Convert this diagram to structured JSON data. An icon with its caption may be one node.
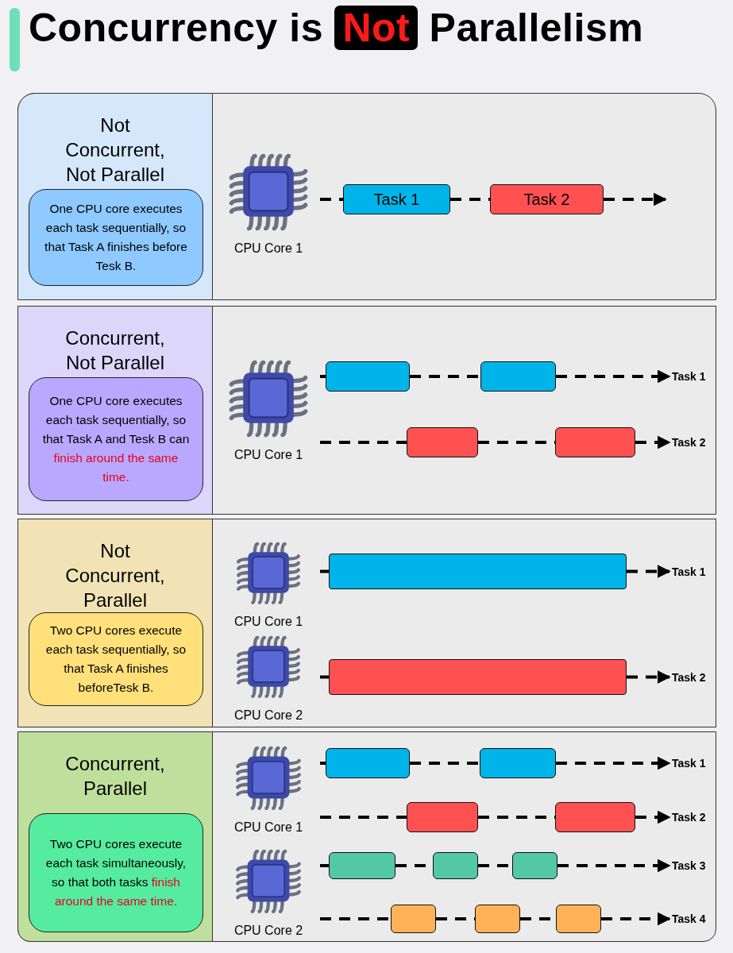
{
  "diagram": {
    "title": "Concurrency is **Not** Parallelism",
    "nodes": [
      {
        "text": [
          "Not Concurrent, Not Parallel"
        ]
      },
      {
        "text": [
          "One CPU core executes each task sequentially, so that Task A finishes before Tesk B."
        ],
        "in": 0
      },
      {
        "text": [],
        "shape": "picture",
        "beside": [
          "CPU Core 1"
        ]
      },
      {
        "text": [
          "Task 1"
        ]
      },
      {
        "text": [
          "Task 2"
        ]
      },
      {
        "text": [
          "Concurrent, Not Parallel"
        ]
      },
      {
        "text": [
          "One CPU core executes each task sequentially, so that Task A and Tesk B can **finish around the same time.**"
        ],
        "in": 5
      },
      {
        "text": [],
        "shape": "picture",
        "beside": [
          "CPU Core 1"
        ]
      },
      {
        "text": [],
        "shape": "box"
      },
      {
        "text": [],
        "shape": "box"
      },
      {
        "text": [
          "Task 1"
        ]
      },
      {
        "text": [],
        "shape": "box"
      },
      {
        "text": [],
        "shape": "box"
      },
      {
        "text": [
          "Task 2"
        ]
      },
      {
        "text": [
          "Not Concurrent, Parallel"
        ]
      },
      {
        "text": [
          "Two CPU cores execute each task sequentially, so that Task A finishes beforeTesk B."
        ],
        "in": 14
      },
      {
        "text": [],
        "shape": "picture",
        "beside": [
          "CPU Core 1"
        ]
      },
      {
        "text": [],
        "shape": "bar"
      },
      {
        "text": [
          "Task 1"
        ]
      },
      {
        "text": [],
        "shape": "picture",
        "beside": [
          "CPU Core 2"
        ]
      },
      {
        "text": [],
        "shape": "bar"
      },
      {
        "text": [
          "Task 2"
        ]
      },
      {
        "text": [
          "Concurrent, Parallel"
        ]
      },
      {
        "text": [
          "Two CPU cores execute each task simultaneously, so that both tasks **finish around the same time.**"
        ],
        "in": 22
      },
      {
        "text": [],
        "shape": "picture",
        "beside": [
          "CPU Core 1"
        ]
      },
      {
        "text": [],
        "shape": "box"
      },
      {
        "text": [],
        "shape": "box"
      },
      {
        "text": [
          "Task 1"
        ]
      },
      {
        "text": [],
        "shape": "box"
      },
      {
        "text": [],
        "shape": "box"
      },
      {
        "text": [
          "Task 2"
        ]
      },
      {
        "text": [],
        "shape": "picture",
        "beside": [
          "CPU Core 2"
        ]
      },
      {
        "text": [],
        "shape": "box"
      },
      {
        "text": [],
        "shape": "box"
      },
      {
        "text": [],
        "shape": "box"
      },
      {
        "text": [
          "Task 3"
        ]
      },
      {
        "text": [],
        "shape": "box"
      },
      {
        "text": [],
        "shape": "box"
      },
      {
        "text": [],
        "shape": "box"
      },
      {
        "text": [
          "Task 4"
        ]
      }
    ],
    "edges": [
      {
        "from": null,
        "to": 3,
        "arrow": "none"
      },
      {
        "from": 3,
        "to": 4,
        "arrow": "none"
      },
      {
        "from": 4,
        "to": null,
        "arrow": "to"
      },
      {
        "from": null,
        "to": 8,
        "arrow": "none"
      },
      {
        "from": 8,
        "to": 9,
        "arrow": "none"
      },
      {
        "from": 9,
        "to": 10,
        "arrow": "to"
      },
      {
        "from": null,
        "to": 11,
        "arrow": "none"
      },
      {
        "from": 11,
        "to": 12,
        "arrow": "none"
      },
      {
        "from": 12,
        "to": 13,
        "arrow": "to"
      },
      {
        "from": null,
        "to": 17,
        "arrow": "none"
      },
      {
        "from": 17,
        "to": 18,
        "arrow": "to"
      },
      {
        "from": null,
        "to": 20,
        "arrow": "none"
      },
      {
        "from": 20,
        "to": 21,
        "arrow": "to"
      },
      {
        "from": null,
        "to": 25,
        "arrow": "none"
      },
      {
        "from": 25,
        "to": 26,
        "arrow": "none"
      },
      {
        "from": 26,
        "to": 27,
        "arrow": "to"
      },
      {
        "from": null,
        "to": 28,
        "arrow": "none"
      },
      {
        "from": 28,
        "to": 29,
        "arrow": "none"
      },
      {
        "from": 29,
        "to": 30,
        "arrow": "to"
      },
      {
        "from": null,
        "to": 32,
        "arrow": "none"
      },
      {
        "from": 32,
        "to": 33,
        "arrow": "none"
      },
      {
        "from": 33,
        "to": 34,
        "arrow": "none"
      },
      {
        "from": 34,
        "to": 35,
        "arrow": "to"
      },
      {
        "from": null,
        "to": 36,
        "arrow": "none"
      },
      {
        "from": 36,
        "to": 37,
        "arrow": "none"
      },
      {
        "from": 37,
        "to": 38,
        "arrow": "none"
      },
      {
        "from": 38,
        "to": 39,
        "arrow": "to"
      }
    ]
  }
}
